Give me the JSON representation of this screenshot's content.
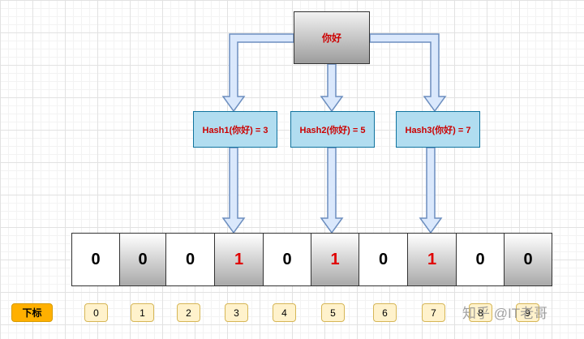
{
  "source": {
    "text": "你好"
  },
  "hashes": [
    {
      "label": "Hash1(你好) = 3",
      "target_index": 3
    },
    {
      "label": "Hash2(你好) = 5",
      "target_index": 5
    },
    {
      "label": "Hash3(你好) = 7",
      "target_index": 7
    }
  ],
  "bit_array": {
    "values": [
      "0",
      "0",
      "0",
      "1",
      "0",
      "1",
      "0",
      "1",
      "0",
      "0"
    ],
    "shaded": [
      false,
      true,
      false,
      true,
      false,
      true,
      false,
      true,
      false,
      true
    ]
  },
  "index_label": "下标",
  "indices": [
    "0",
    "1",
    "2",
    "3",
    "4",
    "5",
    "6",
    "7",
    "8",
    "9"
  ],
  "watermark": "知乎 @IT老哥",
  "colors": {
    "highlight_text": "#cc0000",
    "hash_fill": "#b1ddf0",
    "index_label_fill": "#ffb000",
    "index_fill": "#fff2cc",
    "arrow_fill": "#dae8fc",
    "arrow_stroke": "#6c8ebf"
  }
}
